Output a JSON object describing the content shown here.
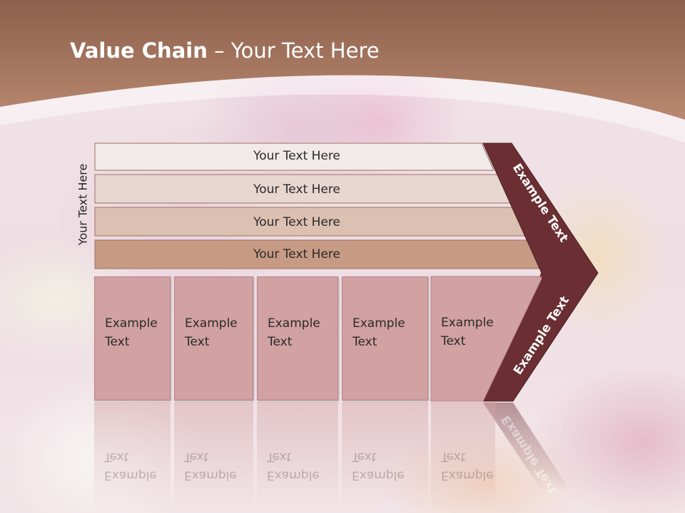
{
  "slide": {
    "title_bold": "Value Chain",
    "title_rest": " – Your Text Here",
    "vertical_label": "Your Text Here"
  },
  "rows": [
    {
      "label": "Your Text Here",
      "fill": "#f2eae8"
    },
    {
      "label": "Your Text Here",
      "fill": "#e8d6d0"
    },
    {
      "label": "Your Text Here",
      "fill": "#dcc0b2"
    },
    {
      "label": "Your Text Here",
      "fill": "#c79a84"
    }
  ],
  "boxes": [
    {
      "label": "Example\nText"
    },
    {
      "label": "Example\nText"
    },
    {
      "label": "Example\nText"
    },
    {
      "label": "Example\nText"
    },
    {
      "label": "Example\nText"
    }
  ],
  "chevron": {
    "upper_label": "Example Text",
    "lower_label": "Example Text",
    "fill": "#6b2e33"
  },
  "colors": {
    "header": "#9a6a55",
    "box": "#d2a1a2"
  }
}
